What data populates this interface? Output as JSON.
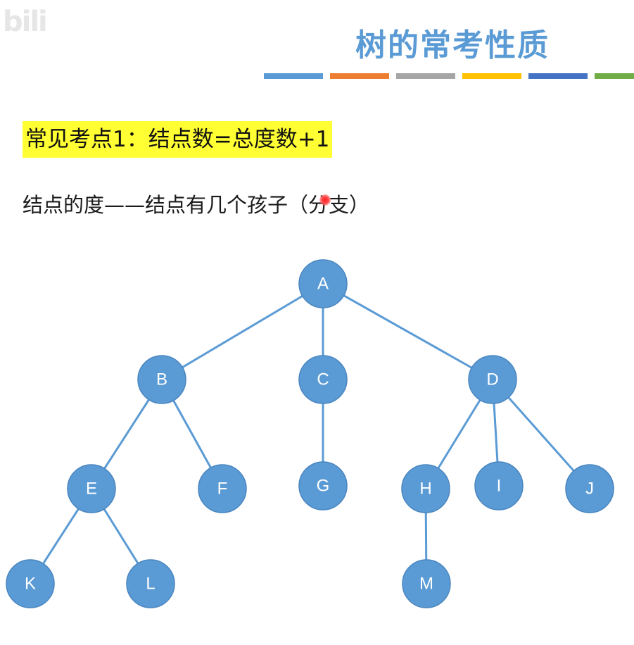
{
  "watermark": "bili",
  "title": "树的常考性质",
  "color_bar": [
    "#5b9bd5",
    "#ed7d31",
    "#a5a5a5",
    "#ffc000",
    "#4472c4",
    "#70ad47"
  ],
  "highlight_text": "常见考点1：结点数=总度数+1",
  "highlight_color": "#ffff33",
  "definition_text": "结点的度——结点有几个孩子（分支）",
  "tree": {
    "node_color": "#5b9bd5",
    "edge_color": "#5b9bd5",
    "nodes": [
      {
        "id": "A",
        "label": "A"
      },
      {
        "id": "B",
        "label": "B"
      },
      {
        "id": "C",
        "label": "C"
      },
      {
        "id": "D",
        "label": "D"
      },
      {
        "id": "E",
        "label": "E"
      },
      {
        "id": "F",
        "label": "F"
      },
      {
        "id": "G",
        "label": "G"
      },
      {
        "id": "H",
        "label": "H"
      },
      {
        "id": "I",
        "label": "I"
      },
      {
        "id": "J",
        "label": "J"
      },
      {
        "id": "K",
        "label": "K"
      },
      {
        "id": "L",
        "label": "L"
      },
      {
        "id": "M",
        "label": "M"
      }
    ],
    "edges": [
      [
        "A",
        "B"
      ],
      [
        "A",
        "C"
      ],
      [
        "A",
        "D"
      ],
      [
        "B",
        "E"
      ],
      [
        "B",
        "F"
      ],
      [
        "C",
        "G"
      ],
      [
        "D",
        "H"
      ],
      [
        "D",
        "I"
      ],
      [
        "D",
        "J"
      ],
      [
        "E",
        "K"
      ],
      [
        "E",
        "L"
      ],
      [
        "H",
        "M"
      ]
    ]
  }
}
